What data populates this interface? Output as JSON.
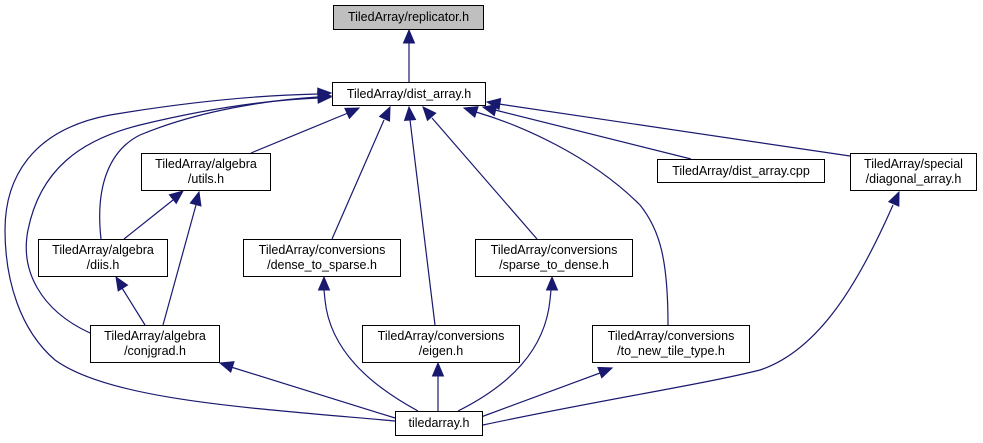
{
  "graph": {
    "edge_color": "#191970",
    "root_fill": "#bfbfbf",
    "nodes": [
      {
        "id": "replicator",
        "lines": [
          "TiledArray/replicator.h"
        ],
        "root": true
      },
      {
        "id": "dist_array",
        "lines": [
          "TiledArray/dist_array.h"
        ]
      },
      {
        "id": "utils",
        "lines": [
          "TiledArray/algebra",
          "/utils.h"
        ]
      },
      {
        "id": "dist_array_cpp",
        "lines": [
          "TiledArray/dist_array.cpp"
        ]
      },
      {
        "id": "diagonal_array",
        "lines": [
          "TiledArray/special",
          "/diagonal_array.h"
        ]
      },
      {
        "id": "diis",
        "lines": [
          "TiledArray/algebra",
          "/diis.h"
        ]
      },
      {
        "id": "dense_to_sparse",
        "lines": [
          "TiledArray/conversions",
          "/dense_to_sparse.h"
        ]
      },
      {
        "id": "sparse_to_dense",
        "lines": [
          "TiledArray/conversions",
          "/sparse_to_dense.h"
        ]
      },
      {
        "id": "conjgrad",
        "lines": [
          "TiledArray/algebra",
          "/conjgrad.h"
        ]
      },
      {
        "id": "eigen",
        "lines": [
          "TiledArray/conversions",
          "/eigen.h"
        ]
      },
      {
        "id": "to_new_tile_type",
        "lines": [
          "TiledArray/conversions",
          "/to_new_tile_type.h"
        ]
      },
      {
        "id": "tiledarray",
        "lines": [
          "tiledarray.h"
        ]
      }
    ],
    "edges": [
      {
        "from": "dist_array",
        "to": "replicator"
      },
      {
        "from": "utils",
        "to": "dist_array"
      },
      {
        "from": "diis",
        "to": "dist_array"
      },
      {
        "from": "conjgrad",
        "to": "dist_array"
      },
      {
        "from": "tiledarray",
        "to": "dist_array"
      },
      {
        "from": "dense_to_sparse",
        "to": "dist_array"
      },
      {
        "from": "eigen",
        "to": "dist_array"
      },
      {
        "from": "sparse_to_dense",
        "to": "dist_array"
      },
      {
        "from": "to_new_tile_type",
        "to": "dist_array"
      },
      {
        "from": "dist_array_cpp",
        "to": "dist_array"
      },
      {
        "from": "diagonal_array",
        "to": "dist_array"
      },
      {
        "from": "diis",
        "to": "utils"
      },
      {
        "from": "conjgrad",
        "to": "utils"
      },
      {
        "from": "conjgrad",
        "to": "diis"
      },
      {
        "from": "tiledarray",
        "to": "conjgrad"
      },
      {
        "from": "tiledarray",
        "to": "dense_to_sparse"
      },
      {
        "from": "tiledarray",
        "to": "eigen"
      },
      {
        "from": "tiledarray",
        "to": "sparse_to_dense"
      },
      {
        "from": "tiledarray",
        "to": "to_new_tile_type"
      },
      {
        "from": "tiledarray",
        "to": "diagonal_array"
      }
    ]
  }
}
